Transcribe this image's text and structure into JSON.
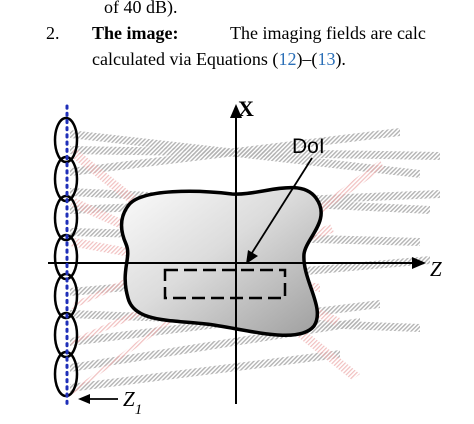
{
  "text": {
    "prev_line_fragment": "of 40 dB).",
    "item_number": "2.",
    "item_heading": "The image:",
    "item_line1": "The imaging fields are calc",
    "item_line2_prefix": "calculated via Equations (",
    "eq_ref_start": "12",
    "eq_ref_dash": ")–(",
    "eq_ref_end": "13",
    "item_line2_suffix": ")."
  },
  "figure": {
    "x_axis_label": "X",
    "z_axis_label": "Z",
    "region_label": "DoI",
    "array_label_base": "Z",
    "array_label_sub": "1",
    "colors": {
      "link": "#2b6fb7",
      "dots": "#1f2fb8",
      "gray_rays": "#b0b0b0",
      "red_rays": "#f2c2c2",
      "object_fill_light": "#f7f7f7",
      "object_fill_dark": "#a9a9a9"
    }
  }
}
